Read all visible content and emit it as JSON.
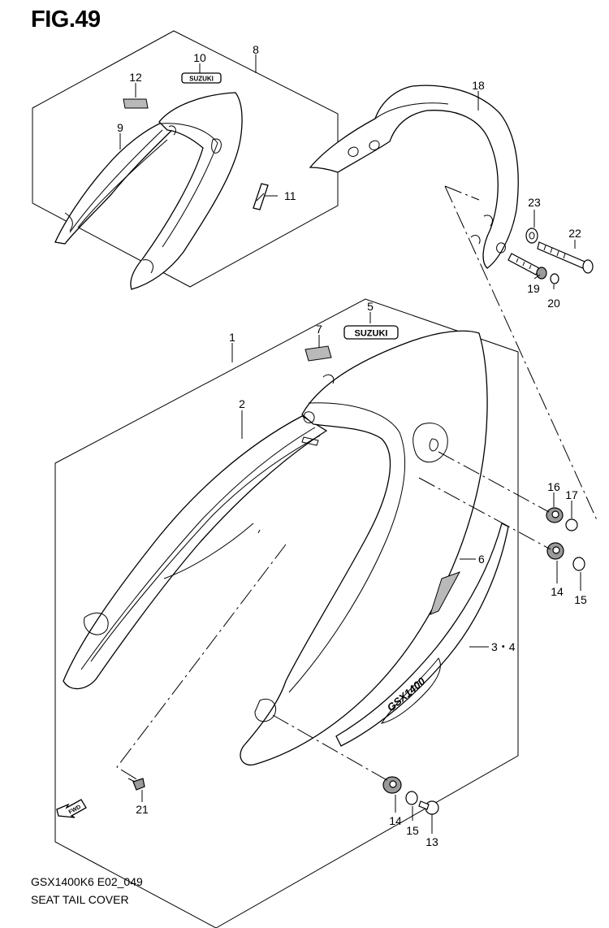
{
  "figure": {
    "title": "FIG.49",
    "model_code": "GSX1400K6 E02_049",
    "name": "SEAT TAIL COVER"
  },
  "markings": {
    "brand_badge": "SUZUKI",
    "model_badge": "GSX1400",
    "forward_arrow": "FWD"
  },
  "callouts": [
    {
      "id": "c1",
      "label": "1"
    },
    {
      "id": "c2",
      "label": "2"
    },
    {
      "id": "c34",
      "label": "3・4"
    },
    {
      "id": "c5",
      "label": "5"
    },
    {
      "id": "c6",
      "label": "6"
    },
    {
      "id": "c7",
      "label": "7"
    },
    {
      "id": "c8",
      "label": "8"
    },
    {
      "id": "c9",
      "label": "9"
    },
    {
      "id": "c10",
      "label": "10"
    },
    {
      "id": "c11",
      "label": "11"
    },
    {
      "id": "c12",
      "label": "12"
    },
    {
      "id": "c13",
      "label": "13"
    },
    {
      "id": "c14a",
      "label": "14"
    },
    {
      "id": "c14b",
      "label": "14"
    },
    {
      "id": "c15a",
      "label": "15"
    },
    {
      "id": "c15b",
      "label": "15"
    },
    {
      "id": "c16",
      "label": "16"
    },
    {
      "id": "c17",
      "label": "17"
    },
    {
      "id": "c18",
      "label": "18"
    },
    {
      "id": "c19",
      "label": "19"
    },
    {
      "id": "c20",
      "label": "20"
    },
    {
      "id": "c21",
      "label": "21"
    },
    {
      "id": "c22",
      "label": "22"
    },
    {
      "id": "c23",
      "label": "23"
    }
  ]
}
